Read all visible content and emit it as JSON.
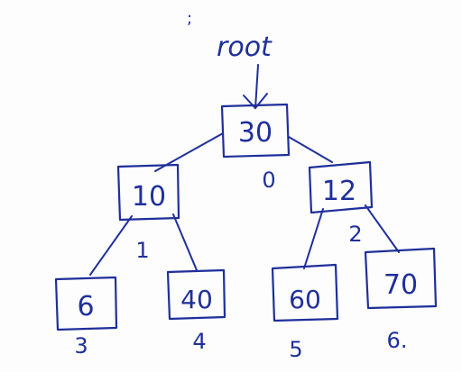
{
  "colors": {
    "ink": "#1f2f9a",
    "paper": "#fdfdfe"
  },
  "diagram": {
    "stray_mark": ";",
    "pointer_label": "root",
    "nodes": [
      {
        "value": "30",
        "index": "0"
      },
      {
        "value": "10",
        "index": "1"
      },
      {
        "value": "12",
        "index": "2"
      },
      {
        "value": "6",
        "index": "3"
      },
      {
        "value": "40",
        "index": "4"
      },
      {
        "value": "60",
        "index": "5"
      },
      {
        "value": "70",
        "index": "6."
      }
    ]
  }
}
